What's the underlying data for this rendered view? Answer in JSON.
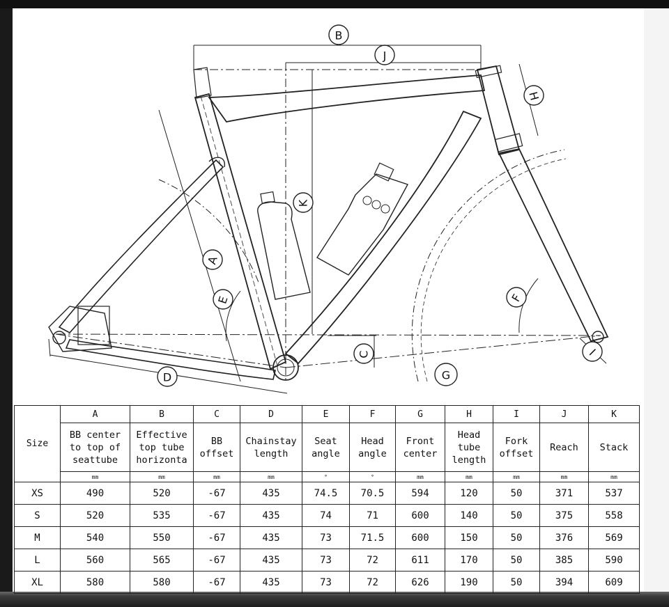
{
  "labels": [
    "A",
    "B",
    "C",
    "D",
    "E",
    "F",
    "G",
    "H",
    "I",
    "J",
    "K"
  ],
  "table": {
    "size_header": "Size",
    "columns": [
      {
        "letter": "A",
        "name": [
          "BB center",
          "to top of",
          "seattube"
        ],
        "unit": "mm"
      },
      {
        "letter": "B",
        "name": [
          "Effective",
          "top tube",
          "horizonta"
        ],
        "unit": "mm"
      },
      {
        "letter": "C",
        "name": [
          "BB",
          "offset"
        ],
        "unit": "mm"
      },
      {
        "letter": "D",
        "name": [
          "Chainstay",
          "length"
        ],
        "unit": "mm"
      },
      {
        "letter": "E",
        "name": [
          "Seat",
          "angle"
        ],
        "unit": "°"
      },
      {
        "letter": "F",
        "name": [
          "Head",
          "angle"
        ],
        "unit": "°"
      },
      {
        "letter": "G",
        "name": [
          "Front",
          "center"
        ],
        "unit": "mm"
      },
      {
        "letter": "H",
        "name": [
          "Head",
          "tube",
          "length"
        ],
        "unit": "mm"
      },
      {
        "letter": "I",
        "name": [
          "Fork",
          "offset"
        ],
        "unit": "mm"
      },
      {
        "letter": "J",
        "name": [
          "Reach"
        ],
        "unit": "mm"
      },
      {
        "letter": "K",
        "name": [
          "Stack"
        ],
        "unit": "mm"
      }
    ],
    "rows": [
      {
        "size": "XS",
        "values": [
          "490",
          "520",
          "-67",
          "435",
          "74.5",
          "70.5",
          "594",
          "120",
          "50",
          "371",
          "537"
        ]
      },
      {
        "size": "S",
        "values": [
          "520",
          "535",
          "-67",
          "435",
          "74",
          "71",
          "600",
          "140",
          "50",
          "375",
          "558"
        ]
      },
      {
        "size": "M",
        "values": [
          "540",
          "550",
          "-67",
          "435",
          "73",
          "71.5",
          "600",
          "150",
          "50",
          "376",
          "569"
        ]
      },
      {
        "size": "L",
        "values": [
          "560",
          "565",
          "-67",
          "435",
          "73",
          "72",
          "611",
          "170",
          "50",
          "385",
          "590"
        ]
      },
      {
        "size": "XL",
        "values": [
          "580",
          "580",
          "-67",
          "435",
          "73",
          "72",
          "626",
          "190",
          "50",
          "394",
          "609"
        ]
      }
    ]
  }
}
